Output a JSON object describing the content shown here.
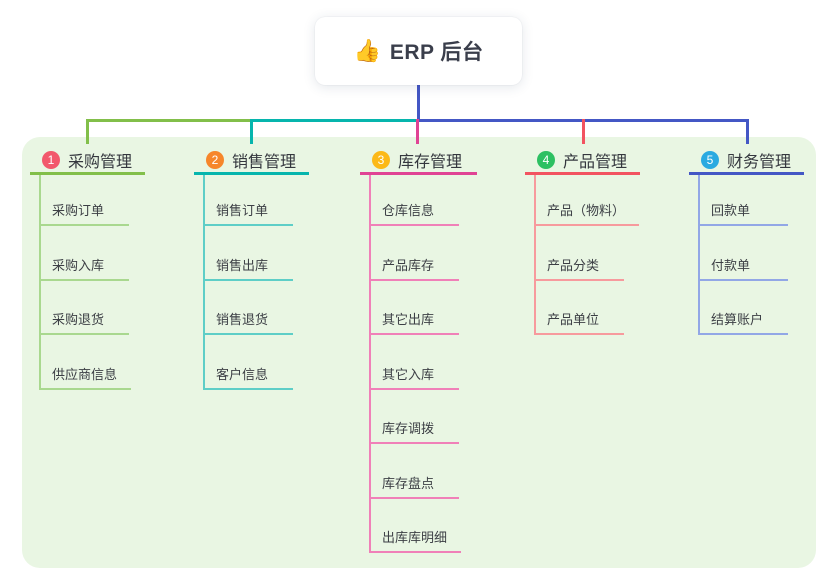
{
  "root": {
    "title": "ERP 后台",
    "icon": "thumbs-up",
    "icon_glyph": "👍"
  },
  "colors": {
    "trunk": "#4457c5",
    "panel_bg": "#e9f6e3"
  },
  "branches": [
    {
      "number": "1",
      "label": "采购管理",
      "colors": {
        "badge": "#f2586c",
        "main": "#82bf4a",
        "light": "#a9d88f"
      },
      "children": [
        "采购订单",
        "采购入库",
        "采购退货",
        "供应商信息"
      ]
    },
    {
      "number": "2",
      "label": "销售管理",
      "colors": {
        "badge": "#f6862b",
        "main": "#06b5ad",
        "light": "#5ecec7"
      },
      "children": [
        "销售订单",
        "销售出库",
        "销售退货",
        "客户信息"
      ]
    },
    {
      "number": "3",
      "label": "库存管理",
      "colors": {
        "badge": "#fcb918",
        "main": "#e04394",
        "light": "#f080b8"
      },
      "children": [
        "仓库信息",
        "产品库存",
        "其它出库",
        "其它入库",
        "库存调拨",
        "库存盘点",
        "出库库明细"
      ]
    },
    {
      "number": "4",
      "label": "产品管理",
      "colors": {
        "badge": "#2dc062",
        "main": "#f25360",
        "light": "#f79a9d"
      },
      "children": [
        "产品（物料）",
        "产品分类",
        "产品单位"
      ]
    },
    {
      "number": "5",
      "label": "财务管理",
      "colors": {
        "badge": "#2aaae1",
        "main": "#4457c5",
        "light": "#92a7e6"
      },
      "children": [
        "回款单",
        "付款单",
        "结算账户"
      ]
    }
  ]
}
